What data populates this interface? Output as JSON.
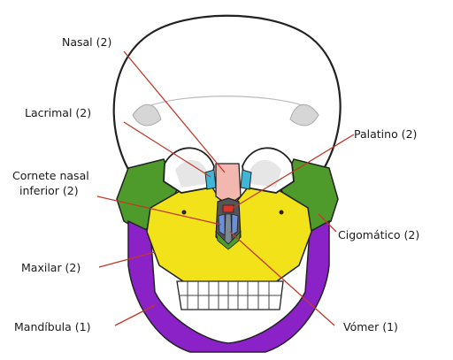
{
  "labels": {
    "nasal": "Nasal (2)",
    "lacrimal": "Lacrimal (2)",
    "cornete_line1": "Cornete nasal",
    "cornete_line2": "inferior (2)",
    "maxilar": "Maxilar (2)",
    "mandibula": "Mandíbula (1)",
    "palatino": "Palatino (2)",
    "cigomatico": "Cigomático (2)",
    "vomer": "Vómer (1)"
  },
  "colors": {
    "nasal": "#f2b8b0",
    "lacrimal": "#3fb6d6",
    "cornete": "#6c8fd8",
    "maxilar": "#f2e21a",
    "mandibula": "#8a22c8",
    "palatino": "#d8352a",
    "cigomatico": "#4e9a2a",
    "vomer": "#7a8a96",
    "leader": "#c0392b"
  }
}
